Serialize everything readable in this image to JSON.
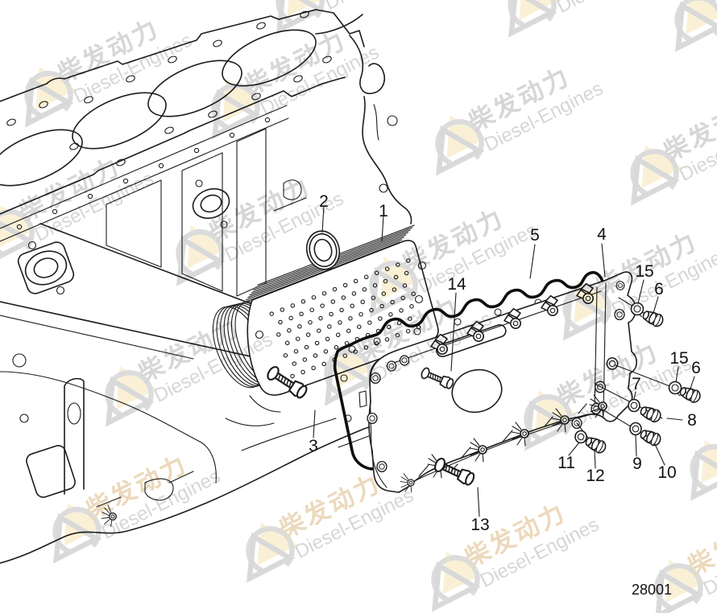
{
  "watermark": {
    "cn": "柴发动力",
    "en": "Diesel-Engines"
  },
  "part_number": "28001",
  "callouts": {
    "n1": "1",
    "n2": "2",
    "n3": "3",
    "n4": "4",
    "n5": "5",
    "n6a": "6",
    "n6b": "6",
    "n7": "7",
    "n8": "8",
    "n9": "9",
    "n10": "10",
    "n11": "11",
    "n12": "12",
    "n13": "13",
    "n14": "14",
    "n15a": "15",
    "n15b": "15"
  }
}
